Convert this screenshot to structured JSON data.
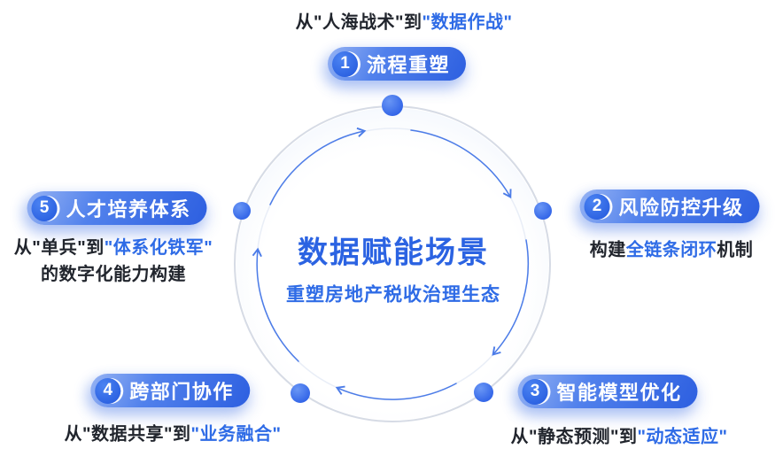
{
  "center": {
    "title": "数据赋能场景",
    "subtitle": "重塑房地产税收治理生态"
  },
  "nodes": [
    {
      "number": "1",
      "label": "流程重塑",
      "caption": [
        {
          "text": "从\"人海战术\"到",
          "tone": "dark"
        },
        {
          "text": "\"数据作战\"",
          "tone": "blue"
        }
      ]
    },
    {
      "number": "2",
      "label": "风险防控升级",
      "caption": [
        {
          "text": "构建",
          "tone": "dark"
        },
        {
          "text": "全链条闭环",
          "tone": "blue"
        },
        {
          "text": "机制",
          "tone": "dark"
        }
      ]
    },
    {
      "number": "3",
      "label": "智能模型优化",
      "caption": [
        {
          "text": "从\"静态预测\"到",
          "tone": "dark"
        },
        {
          "text": "\"动态适应\"",
          "tone": "blue"
        }
      ]
    },
    {
      "number": "4",
      "label": "跨部门协作",
      "caption": [
        {
          "text": "从\"数据共享\"到",
          "tone": "dark"
        },
        {
          "text": "\"业务融合\"",
          "tone": "blue"
        }
      ]
    },
    {
      "number": "5",
      "label": "人才培养体系",
      "caption": [
        {
          "text": "从\"单兵\"到",
          "tone": "dark"
        },
        {
          "text": "\"体系化铁军\"",
          "tone": "blue"
        }
      ],
      "caption_line2": "的数字化能力构建"
    }
  ],
  "colors": {
    "accent_blue": "#2e6be6",
    "dark_text": "#21252d",
    "pill_gradient_start": "#96b3f3",
    "pill_gradient_end": "#2d5fe0",
    "node_dot": "#3a6cf0",
    "ring_gray": "#d6dbe5",
    "arrow_blue": "#4c7ce8"
  },
  "icons": {
    "flow_direction": "clockwise-arrow",
    "node_marker": "node-dot"
  }
}
